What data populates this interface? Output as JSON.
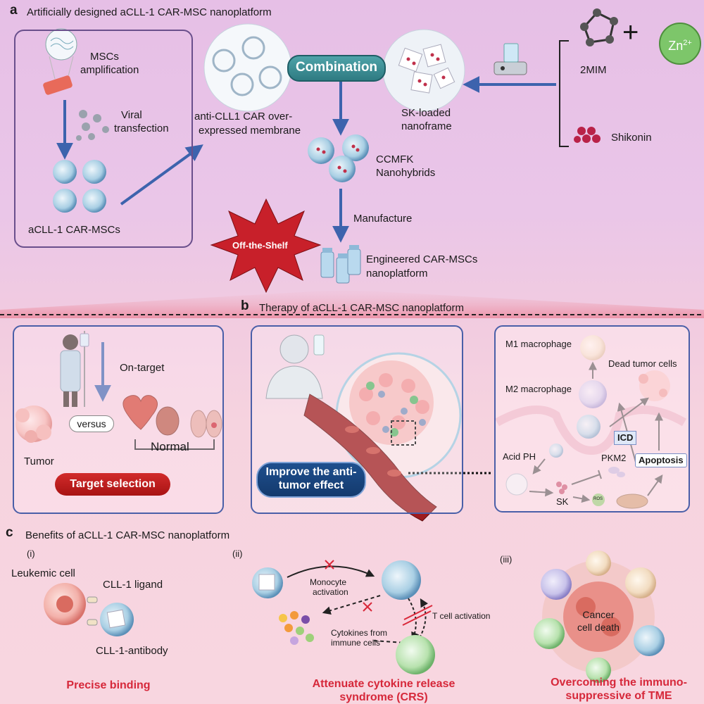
{
  "panel_a": {
    "letter": "a",
    "title": "Artificially designed  aCLL-1 CAR-MSC nanoplatform",
    "msc_amplification_line1": "MSCs",
    "msc_amplification_line2": "amplification",
    "viral_transfection_line1": "Viral",
    "viral_transfection_line2": "transfection",
    "car_mscs": "aCLL-1 CAR-MSCs",
    "membrane_line1": "anti-CLL1  CAR over-",
    "membrane_line2": "expressed membrane",
    "combination": "Combination",
    "sk_loaded_line1": "SK-loaded",
    "sk_loaded_line2": "nanoframe",
    "zn_label": "Zn",
    "zn_charge": "2+",
    "plus": "+",
    "mim": "2MIM",
    "shikonin": "Shikonin",
    "ccmfk_line1": "CCMFK",
    "ccmfk_line2": "Nanohybrids",
    "manufacture": "Manufacture",
    "off_the_shelf": "Off-the-Shelf",
    "engineered_line1": "Engineered CAR-MSCs",
    "engineered_line2": "nanoplatform"
  },
  "panel_b": {
    "letter": "b",
    "title": "Therapy of aCLL-1 CAR-MSC nanoplatform",
    "on_target": "On-target",
    "versus": "versus",
    "tumor": "Tumor",
    "normal": "Normal",
    "target_selection": "Target selection",
    "improve_line1": "Improve the anti-",
    "improve_line2": "tumor effect",
    "m1": "M1 macrophage",
    "m2": "M2 macrophage",
    "dead_tumor": "Dead tumor cells",
    "icd": "ICD",
    "acid_ph": "Acid PH",
    "pkm2": "PKM2",
    "apoptosis": "Apoptosis",
    "sk": "SK",
    "ros": "ROS"
  },
  "panel_c": {
    "letter": "c",
    "title": "Benefits of aCLL-1 CAR-MSC nanoplatform",
    "i": "(i)",
    "ii": "(ii)",
    "iii": "(iii)",
    "leukemic_cell": "Leukemic cell",
    "cll1_ligand": "CLL-1 ligand",
    "cll1_antibody": "CLL-1-antibody",
    "precise_binding": "Precise binding",
    "monocyte_line1": "Monocyte",
    "monocyte_line2": "activation",
    "tcell_activation": "T cell activation",
    "cytokines_line1": "Cytokines from",
    "cytokines_line2": "immune cells",
    "crs_line1": "Attenuate cytokine release",
    "crs_line2": "syndrome (CRS)",
    "cancer_line1": "Cancer",
    "cancer_line2": "cell death",
    "tme_line1": "Overcoming the immuno-",
    "tme_line2": "suppressive of TME"
  }
}
